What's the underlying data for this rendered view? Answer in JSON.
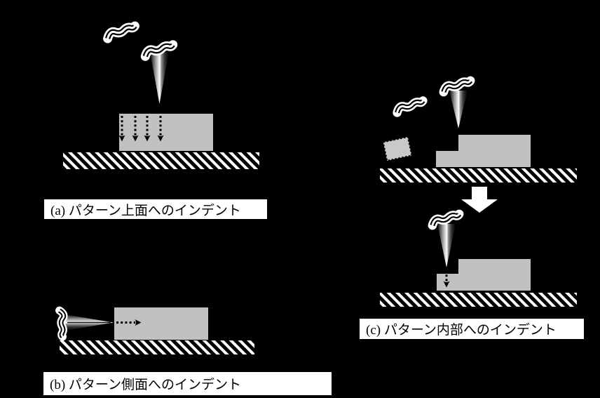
{
  "figure": {
    "captions": {
      "a": "(a) パターン上面へのインデント",
      "b": "(b) パターン側面へのインデント",
      "c": "(c) パターン内部へのインデント"
    },
    "colors": {
      "background": "#000000",
      "pattern_block": "#c1c1c1",
      "substrate_hatch_stripe": "#000000",
      "substrate_hatch_bg": "#ffffff",
      "indent_arrow": "#000000",
      "process_arrow": "#ffffff",
      "vibration_squiggle": "#ffffff",
      "caption_bg": "#ffffff",
      "caption_text": "#000000"
    }
  }
}
